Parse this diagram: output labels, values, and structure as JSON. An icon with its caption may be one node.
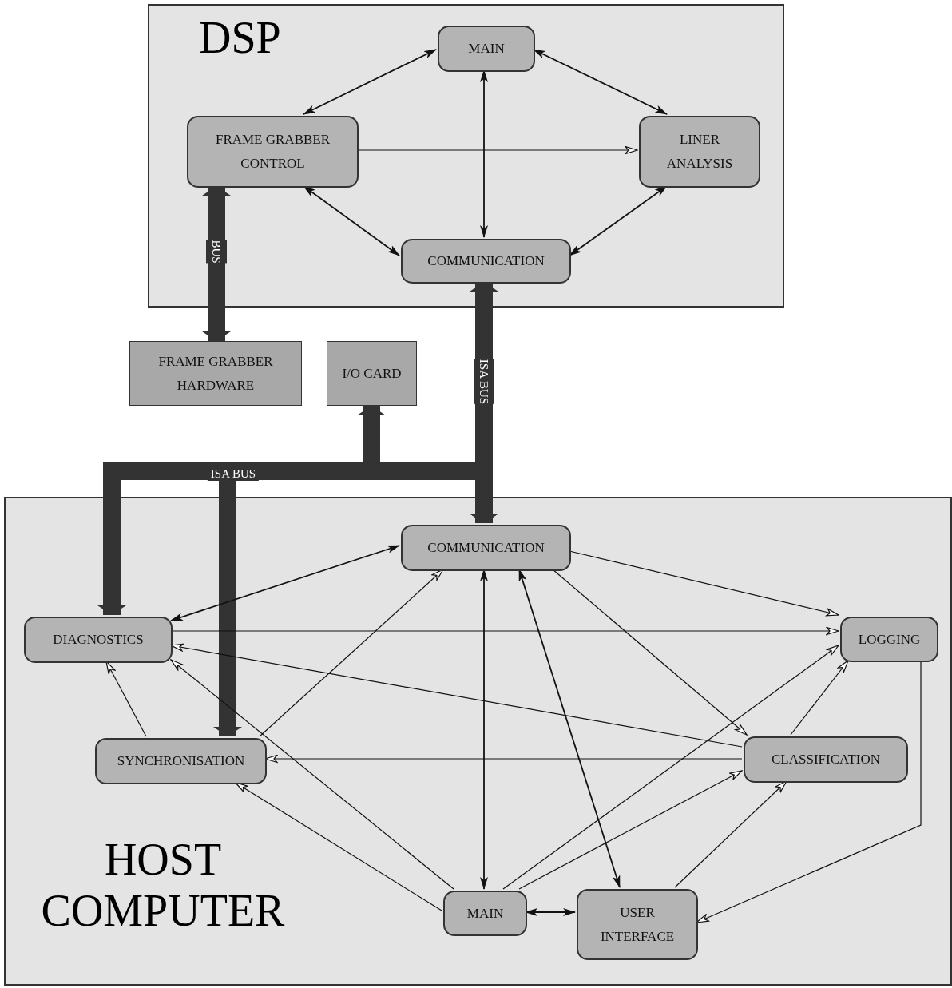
{
  "diagram": {
    "nodes": [
      {
        "text": [
          "DSP"
        ]
      },
      {
        "text": [
          "MAIN"
        ],
        "in": 0
      },
      {
        "text": [
          "FRAME GRABBER CONTROL"
        ],
        "in": 0
      },
      {
        "text": [
          "LINER ANALYSIS"
        ],
        "in": 0
      },
      {
        "text": [
          "COMMUNICATION"
        ],
        "in": 0
      },
      {
        "text": [
          "FRAME GRABBER HARDWARE"
        ]
      },
      {
        "text": [
          "I/O CARD"
        ]
      },
      {
        "text": [
          "HOST COMPUTER"
        ]
      },
      {
        "text": [
          "COMMUNICATION"
        ],
        "in": 7
      },
      {
        "text": [
          "DIAGNOSTICS"
        ],
        "in": 7
      },
      {
        "text": [
          "LOGGING"
        ],
        "in": 7
      },
      {
        "text": [
          "SYNCHRONISATION"
        ],
        "in": 7
      },
      {
        "text": [
          "CLASSIFICATION"
        ],
        "in": 7
      },
      {
        "text": [
          "MAIN"
        ],
        "in": 7
      },
      {
        "text": [
          "USER INTERFACE"
        ],
        "in": 7
      }
    ],
    "edges": [
      {
        "from": 1,
        "to": 2,
        "arrow": "both"
      },
      {
        "from": 1,
        "to": 3,
        "arrow": "both"
      },
      {
        "from": 1,
        "to": 4,
        "arrow": "both"
      },
      {
        "from": 2,
        "to": 3,
        "arrow": "to"
      },
      {
        "from": 2,
        "to": 4,
        "arrow": "both"
      },
      {
        "from": 3,
        "to": 4,
        "arrow": "both"
      },
      {
        "from": 2,
        "to": 5,
        "arrow": "both",
        "style": "thick",
        "label": "BUS"
      },
      {
        "from": 4,
        "to": 8,
        "arrow": "both",
        "style": "thick",
        "label": "ISA BUS"
      },
      {
        "from": 8,
        "to": 6,
        "arrow": "both",
        "style": "thick"
      },
      {
        "from": 8,
        "to": 9,
        "arrow": "both",
        "style": "thick",
        "label": "ISA BUS"
      },
      {
        "from": 8,
        "to": 11,
        "arrow": "both",
        "style": "thick"
      },
      {
        "from": 8,
        "to": 9,
        "arrow": "both"
      },
      {
        "from": 8,
        "to": 13,
        "arrow": "both"
      },
      {
        "from": 8,
        "to": 14,
        "arrow": "both"
      },
      {
        "from": 8,
        "to": 10,
        "arrow": "to"
      },
      {
        "from": 8,
        "to": 12,
        "arrow": "to"
      },
      {
        "from": 9,
        "to": 10,
        "arrow": "to"
      },
      {
        "from": 12,
        "to": 9,
        "arrow": "to"
      },
      {
        "from": 11,
        "to": 9,
        "arrow": "to"
      },
      {
        "from": 11,
        "to": 8,
        "arrow": "to"
      },
      {
        "from": 13,
        "to": 9,
        "arrow": "to"
      },
      {
        "from": 12,
        "to": 11,
        "arrow": "to"
      },
      {
        "from": 13,
        "to": 11,
        "arrow": "to"
      },
      {
        "from": 13,
        "to": 10,
        "arrow": "to"
      },
      {
        "from": 13,
        "to": 12,
        "arrow": "to"
      },
      {
        "from": 13,
        "to": 14,
        "arrow": "both"
      },
      {
        "from": 14,
        "to": 12,
        "arrow": "to"
      },
      {
        "from": 12,
        "to": 10,
        "arrow": "to"
      },
      {
        "from": 10,
        "to": 14,
        "arrow": "to"
      }
    ]
  }
}
